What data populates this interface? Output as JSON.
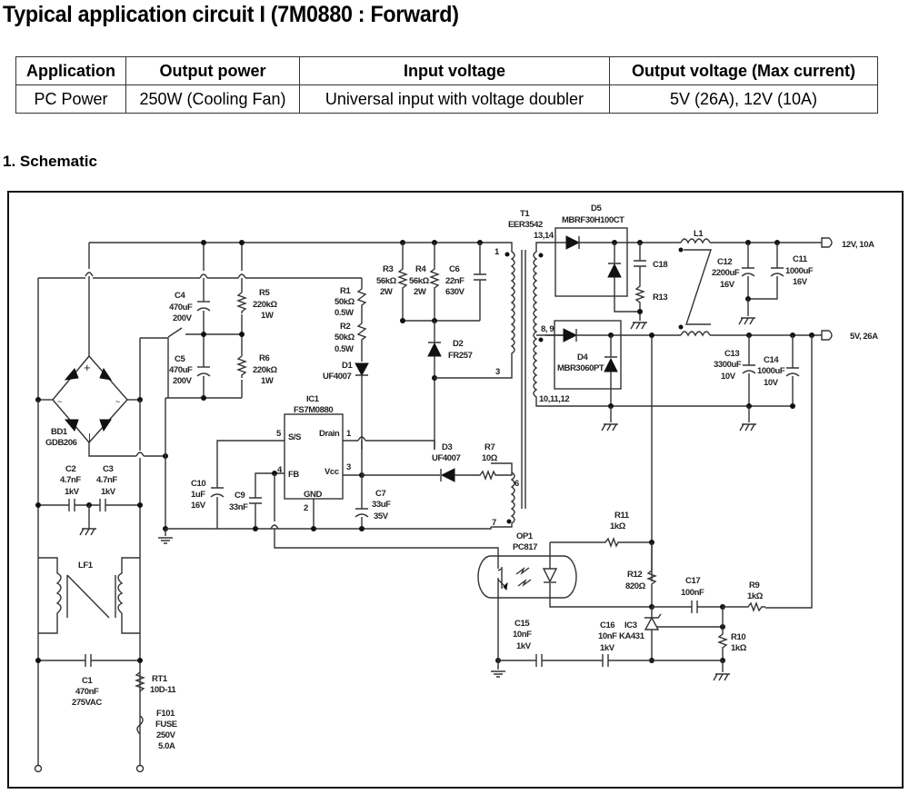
{
  "title": "Typical application circuit I (7M0880 : Forward)",
  "spec_table": {
    "headers": [
      "Application",
      "Output power",
      "Input voltage",
      "Output voltage (Max current)"
    ],
    "rows": [
      [
        "PC Power",
        "250W (Cooling Fan)",
        "Universal input with voltage doubler",
        "5V (26A), 12V (10A)"
      ]
    ]
  },
  "section_title": "1. Schematic",
  "components": {
    "C4": {
      "ref": "C4",
      "value": "470uF",
      "rating": "200V"
    },
    "C5": {
      "ref": "C5",
      "value": "470uF",
      "rating": "200V"
    },
    "R5": {
      "ref": "R5",
      "value": "220kΩ",
      "rating": "1W"
    },
    "R6": {
      "ref": "R6",
      "value": "220kΩ",
      "rating": "1W"
    },
    "R1": {
      "ref": "R1",
      "value": "50kΩ",
      "rating": "0.5W"
    },
    "R2": {
      "ref": "R2",
      "value": "50kΩ",
      "rating": "0.5W"
    },
    "D1": {
      "ref": "D1",
      "value": "UF4007"
    },
    "R3": {
      "ref": "R3",
      "value": "56kΩ",
      "rating": "2W"
    },
    "R4": {
      "ref": "R4",
      "value": "56kΩ",
      "rating": "2W"
    },
    "C6": {
      "ref": "C6",
      "value": "22nF",
      "rating": "630V"
    },
    "D2": {
      "ref": "D2",
      "value": "FR257"
    },
    "T1": {
      "ref": "T1",
      "value": "EER3542"
    },
    "D5": {
      "ref": "D5",
      "value": "MBRF30H100CT"
    },
    "D4": {
      "ref": "D4",
      "value": "MBR3060PT"
    },
    "C18": {
      "ref": "C18"
    },
    "R13": {
      "ref": "R13"
    },
    "L1": {
      "ref": "L1"
    },
    "C12": {
      "ref": "C12",
      "value": "2200uF",
      "rating": "16V"
    },
    "C11": {
      "ref": "C11",
      "value": "1000uF",
      "rating": "16V"
    },
    "C13": {
      "ref": "C13",
      "value": "3300uF",
      "rating": "10V"
    },
    "C14": {
      "ref": "C14",
      "value": "1000uF",
      "rating": "10V"
    },
    "BD1": {
      "ref": "BD1",
      "value": "GDB206"
    },
    "IC1": {
      "ref": "IC1",
      "value": "FS7M0880",
      "pins": {
        "ss": "S/S",
        "drain": "Drain",
        "fb": "FB",
        "vcc": "Vcc",
        "gnd": "GND"
      }
    },
    "C2": {
      "ref": "C2",
      "value": "4.7nF",
      "rating": "1kV"
    },
    "C3": {
      "ref": "C3",
      "value": "4.7nF",
      "rating": "1kV"
    },
    "C10": {
      "ref": "C10",
      "value": "1uF",
      "rating": "16V"
    },
    "C9": {
      "ref": "C9",
      "value": "33nF"
    },
    "C7": {
      "ref": "C7",
      "value": "33uF",
      "rating": "35V"
    },
    "D3": {
      "ref": "D3",
      "value": "UF4007"
    },
    "R7": {
      "ref": "R7",
      "value": "10Ω"
    },
    "LF1": {
      "ref": "LF1"
    },
    "OP1": {
      "ref": "OP1",
      "value": "PC817"
    },
    "R11": {
      "ref": "R11",
      "value": "1kΩ"
    },
    "R12": {
      "ref": "R12",
      "value": "820Ω"
    },
    "C17": {
      "ref": "C17",
      "value": "100nF"
    },
    "R9": {
      "ref": "R9",
      "value": "1kΩ"
    },
    "R10": {
      "ref": "R10",
      "value": "1kΩ"
    },
    "IC3": {
      "ref": "IC3",
      "value": "KA431"
    },
    "C15": {
      "ref": "C15",
      "value": "10nF",
      "rating": "1kV"
    },
    "C16": {
      "ref": "C16",
      "value": "10nF",
      "rating": "1kV"
    },
    "C1": {
      "ref": "C1",
      "value": "470nF",
      "rating": "275VAC"
    },
    "RT1": {
      "ref": "RT1",
      "value": "10D-11"
    },
    "F101": {
      "ref": "F101",
      "value": "FUSE",
      "rating": "250V",
      "current": "5.0A"
    }
  },
  "pin_labels": {
    "t1_p1": "1",
    "t1_p3": "3",
    "t1_p6": "6",
    "t1_p7": "7",
    "t1_p1314": "13,14",
    "t1_p89": "8, 9",
    "t1_p101112": "10,11,12",
    "ic1_p5": "5",
    "ic1_p1": "1",
    "ic1_p4": "4",
    "ic1_p3": "3",
    "ic1_p2": "2"
  },
  "outputs": {
    "out12": "12V, 10A",
    "out5": "5V, 26A"
  }
}
